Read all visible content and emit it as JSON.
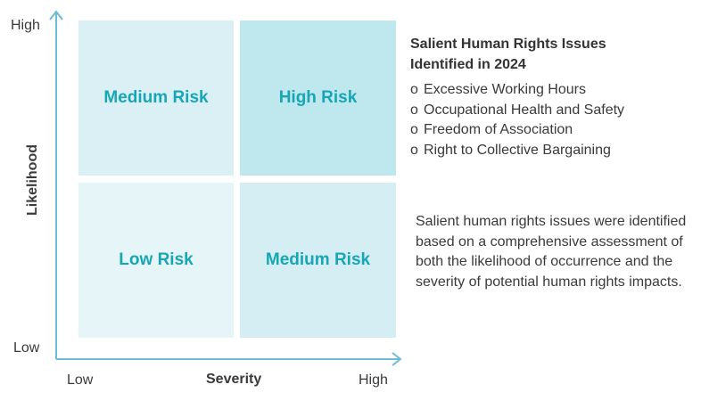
{
  "matrix": {
    "y_axis": {
      "title": "Likelihood",
      "high_label": "High",
      "low_label": "Low"
    },
    "x_axis": {
      "title": "Severity",
      "low_label": "Low",
      "high_label": "High"
    },
    "quadrants": {
      "top_left": {
        "label": "Medium Risk",
        "color": "#daf0f4"
      },
      "top_right": {
        "label": "High Risk",
        "color": "#bfe7ee"
      },
      "bottom_left": {
        "label": "Low Risk",
        "color": "#e6f5f8"
      },
      "bottom_right": {
        "label": "Medium Risk",
        "color": "#d4eef3"
      }
    },
    "axis_color": "#6cbdd3",
    "label_color": "#17a6b5"
  },
  "issues": {
    "title_line1": "Salient Human Rights Issues",
    "title_line2": "Identified in 2024",
    "bullet": "o",
    "items": [
      "Excessive Working Hours",
      "Occupational Health and Safety",
      "Freedom of Association",
      "Right to Collective Bargaining"
    ]
  },
  "description": "Salient human rights issues were identified based on a comprehensive assessment of both the likelihood of occurrence and the severity of potential human rights impacts."
}
